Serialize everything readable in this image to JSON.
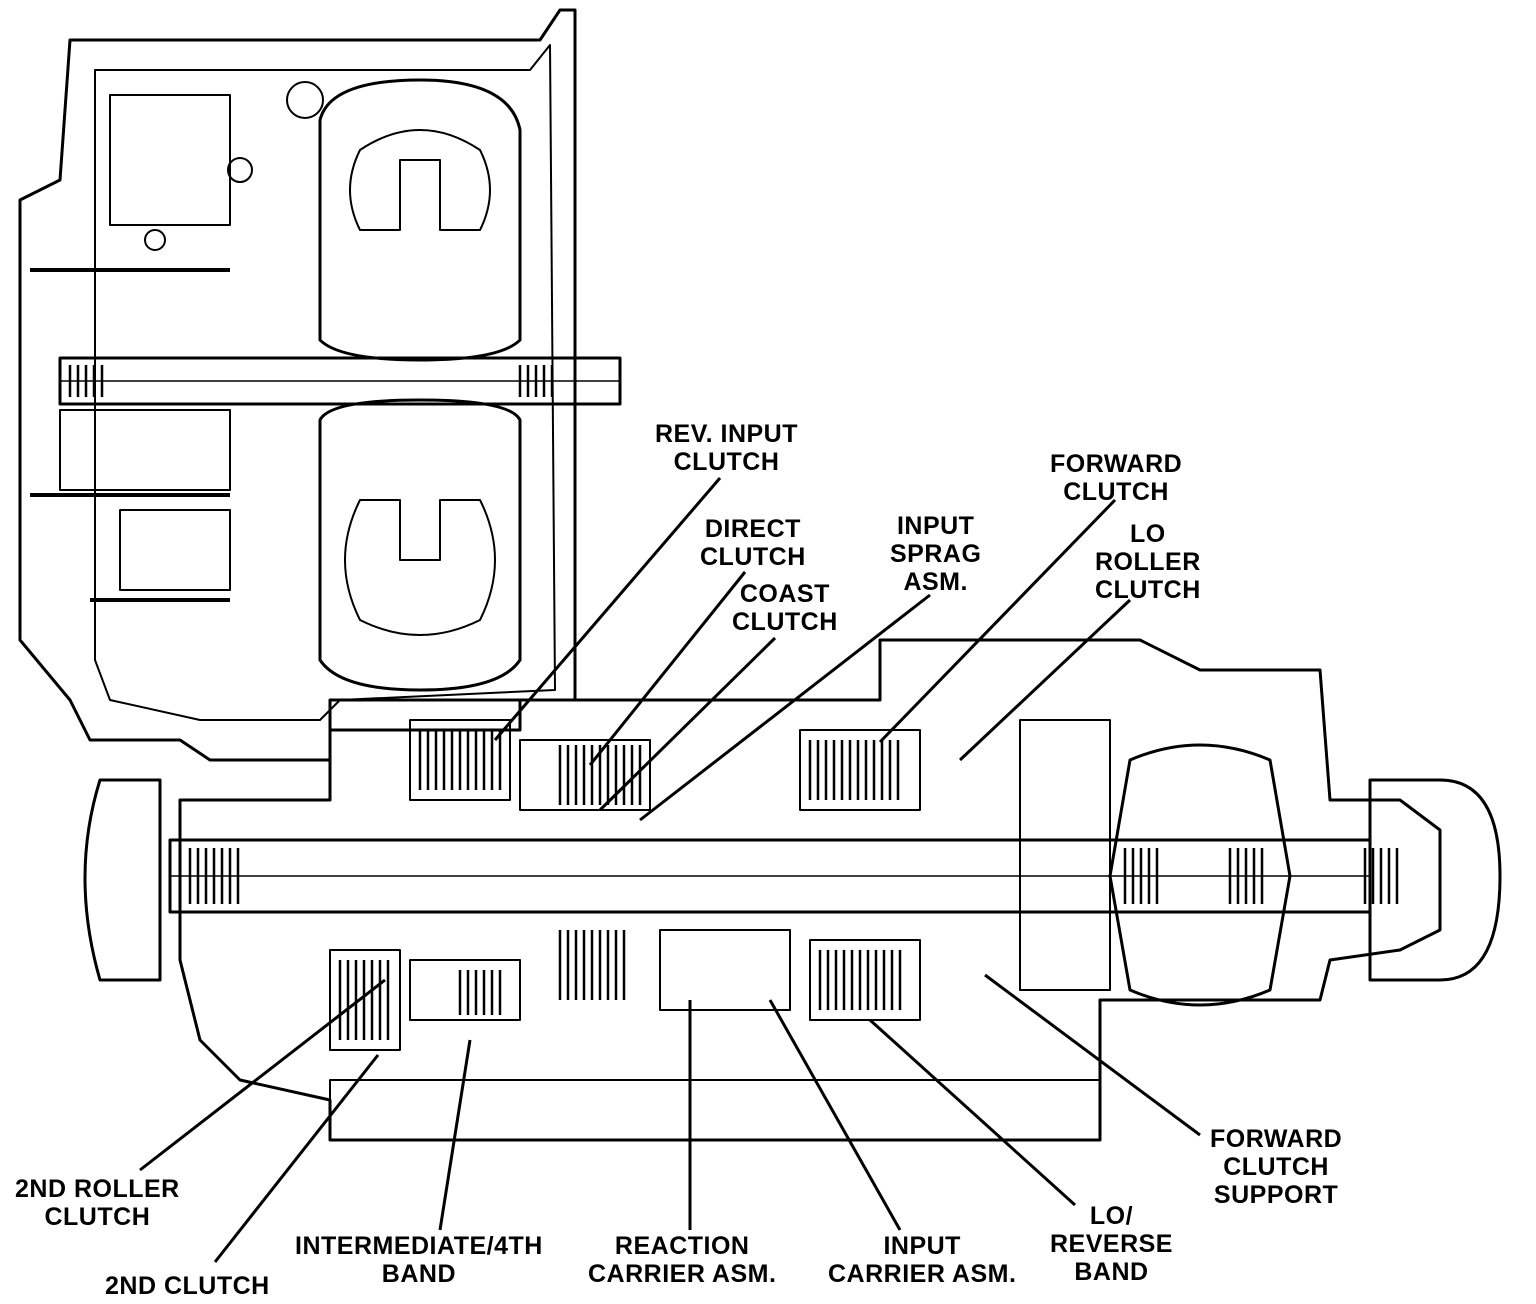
{
  "labels": {
    "rev_input_clutch": [
      "REV. INPUT",
      "CLUTCH"
    ],
    "direct_clutch": [
      "DIRECT",
      "CLUTCH"
    ],
    "coast_clutch": [
      "COAST",
      "CLUTCH"
    ],
    "input_sprag": [
      "INPUT",
      "SPRAG",
      "ASM."
    ],
    "forward_clutch": [
      "FORWARD",
      "CLUTCH"
    ],
    "lo_roller_clutch": [
      "LO",
      "ROLLER",
      "CLUTCH"
    ],
    "second_roller_clutch": [
      "2ND ROLLER",
      "CLUTCH"
    ],
    "second_clutch": [
      "2ND CLUTCH"
    ],
    "intermediate_band": [
      "INTERMEDIATE/4TH",
      "BAND"
    ],
    "reaction_carrier": [
      "REACTION",
      "CARRIER ASM."
    ],
    "input_carrier": [
      "INPUT",
      "CARRIER ASM."
    ],
    "lo_reverse_band": [
      "LO/",
      "REVERSE",
      "BAND"
    ],
    "forward_clutch_support": [
      "FORWARD",
      "CLUTCH",
      "SUPPORT"
    ]
  }
}
